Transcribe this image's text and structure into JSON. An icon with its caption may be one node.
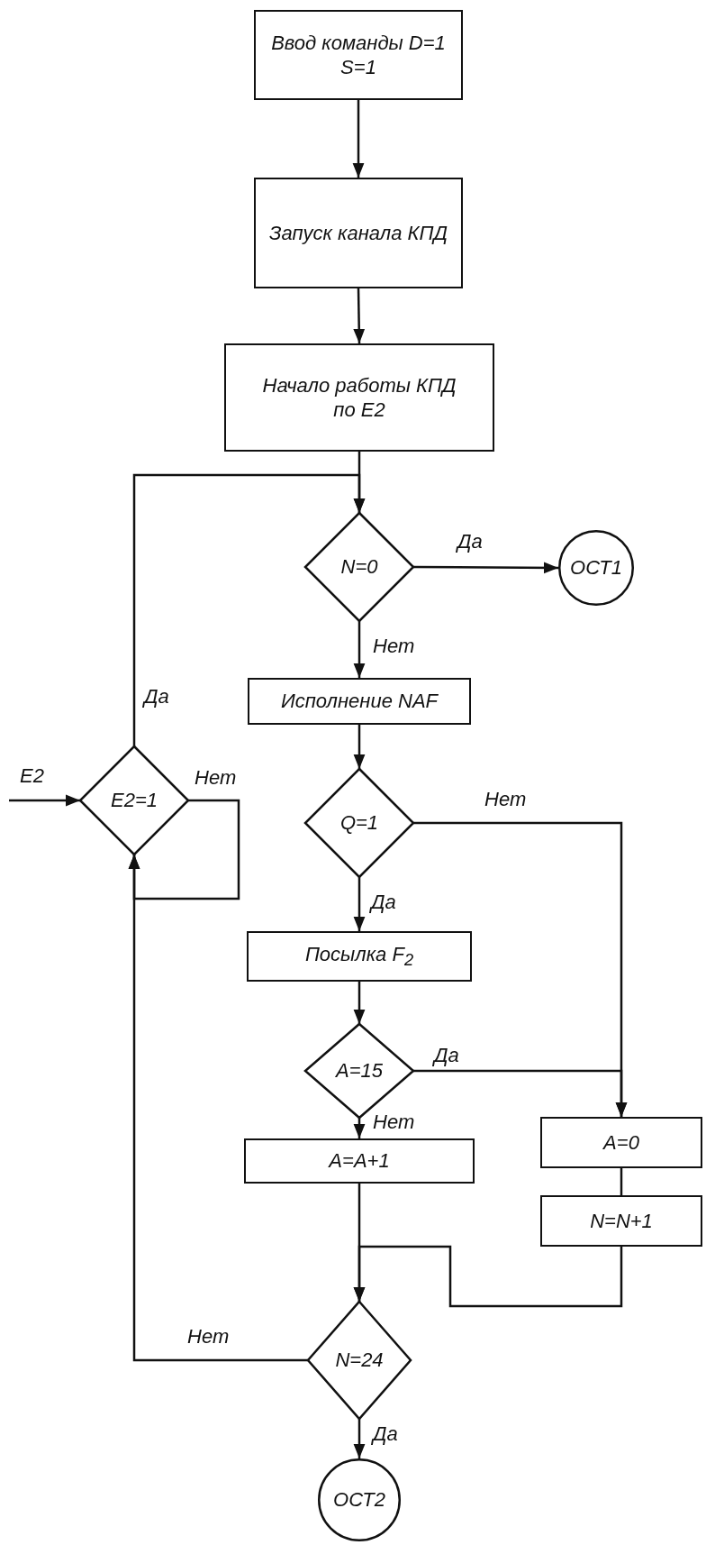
{
  "diagram": {
    "nodes": [
      {
        "text": [
          "Ввод команды D=1 S=1"
        ]
      },
      {
        "text": [
          "Запуск канала КПД"
        ]
      },
      {
        "text": [
          "Начало работы КПД по Е2"
        ]
      },
      {
        "text": [
          "N=0"
        ]
      },
      {
        "text": [
          "ОСТ1"
        ]
      },
      {
        "text": [
          "Исполнение NAF"
        ]
      },
      {
        "text": [
          "Q=1"
        ]
      },
      {
        "text": [
          "Посылка F$_{2}$"
        ]
      },
      {
        "text": [
          "A=15"
        ]
      },
      {
        "text": [
          "A=A+1"
        ]
      },
      {
        "text": [
          "A=0"
        ]
      },
      {
        "text": [
          "N=N+1"
        ]
      },
      {
        "text": [
          "N=24"
        ]
      },
      {
        "text": [
          "ОСТ2"
        ]
      },
      {
        "text": [
          "E2=1"
        ]
      }
    ],
    "edges": [
      {
        "from": 0,
        "to": 1,
        "arrow": "to"
      },
      {
        "from": 1,
        "to": 2,
        "arrow": "to"
      },
      {
        "from": 2,
        "to": 3,
        "arrow": "to"
      },
      {
        "from": 3,
        "to": 4,
        "arrow": "to",
        "label": "Да"
      },
      {
        "from": 3,
        "to": 5,
        "arrow": "to",
        "label": "Нет"
      },
      {
        "from": 5,
        "to": 6,
        "arrow": "to"
      },
      {
        "from": 6,
        "to": 7,
        "arrow": "to",
        "label": "Да"
      },
      {
        "from": 6,
        "to": 10,
        "arrow": "to",
        "label": "Нет"
      },
      {
        "from": 7,
        "to": 8,
        "arrow": "to"
      },
      {
        "from": 8,
        "to": 10,
        "arrow": "to",
        "label": "Да"
      },
      {
        "from": 8,
        "to": 9,
        "arrow": "to",
        "label": "Нет"
      },
      {
        "from": 10,
        "to": 11,
        "arrow": "none"
      },
      {
        "from": 9,
        "to": 12,
        "arrow": "to"
      },
      {
        "from": 11,
        "to": 12,
        "arrow": "to"
      },
      {
        "from": 12,
        "to": 13,
        "arrow": "to",
        "label": "Да"
      },
      {
        "from": 12,
        "to": 14,
        "arrow": "to",
        "label": "Нет"
      },
      {
        "from": 14,
        "to": 3,
        "arrow": "to",
        "label": "Да"
      },
      {
        "from": 14,
        "to": 14,
        "arrow": "to",
        "label": "Нет"
      },
      {
        "from": null,
        "to": 14,
        "arrow": "to",
        "label": "E2"
      }
    ]
  }
}
